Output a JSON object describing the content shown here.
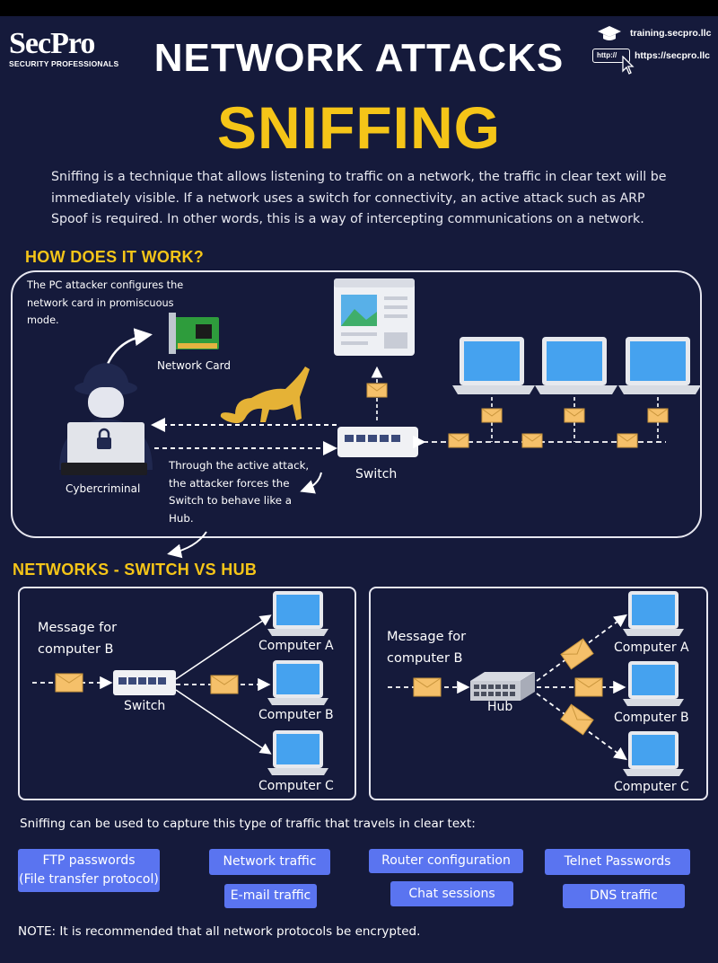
{
  "brand": {
    "logo_name": "SecPro",
    "logo_tagline": "SECURITY PROFESSIONALS"
  },
  "header": {
    "title": "NETWORK ATTACKS",
    "subtitle": "SNIFFING",
    "link_training": "training.secpro.llc",
    "link_site": "https://secpro.llc",
    "http_badge": "http://"
  },
  "intro": "Sniffing is a technique that allows listening to traffic on a network, the traffic in clear text will be immediately visible. If a network uses a switch for connectivity, an active attack such as ARP Spoof is required. In other words, this is a way of intercepting communications on a network.",
  "how": {
    "heading": "HOW DOES IT WORK?",
    "attacker_note": "The PC attacker configures the network card in promiscuous mode.",
    "network_card": "Network Card",
    "cybercriminal": "Cybercriminal",
    "switch": "Switch",
    "active_attack_note": "Through the active attack, the attacker forces the Switch to behave like a Hub."
  },
  "networks": {
    "heading": "NETWORKS - SWITCH VS HUB",
    "switch_panel": {
      "message": "Message for computer B",
      "device": "Switch",
      "computers": [
        "Computer A",
        "Computer B",
        "Computer C"
      ]
    },
    "hub_panel": {
      "message": "Message for computer B",
      "device": "Hub",
      "computers": [
        "Computer A",
        "Computer B",
        "Computer C"
      ]
    }
  },
  "capture_intro": "Sniffing can be used to capture this type of traffic that travels in clear text:",
  "traffic_types": {
    "ftp_line1": "FTP passwords",
    "ftp_line2": "(File transfer protocol)",
    "network_traffic": "Network traffic",
    "router_configuration": "Router configuration",
    "telnet_passwords": "Telnet Passwords",
    "email_traffic": "E-mail traffic",
    "chat_sessions": "Chat sessions",
    "dns_traffic": "DNS traffic"
  },
  "note": "NOTE: It is recommended that all network protocols be encrypted.",
  "colors": {
    "background": "#151a3b",
    "accent_yellow": "#f5c518",
    "pill_blue": "#5a74f0",
    "envelope": "#f5c06a",
    "screen_blue": "#4aa3f0"
  }
}
